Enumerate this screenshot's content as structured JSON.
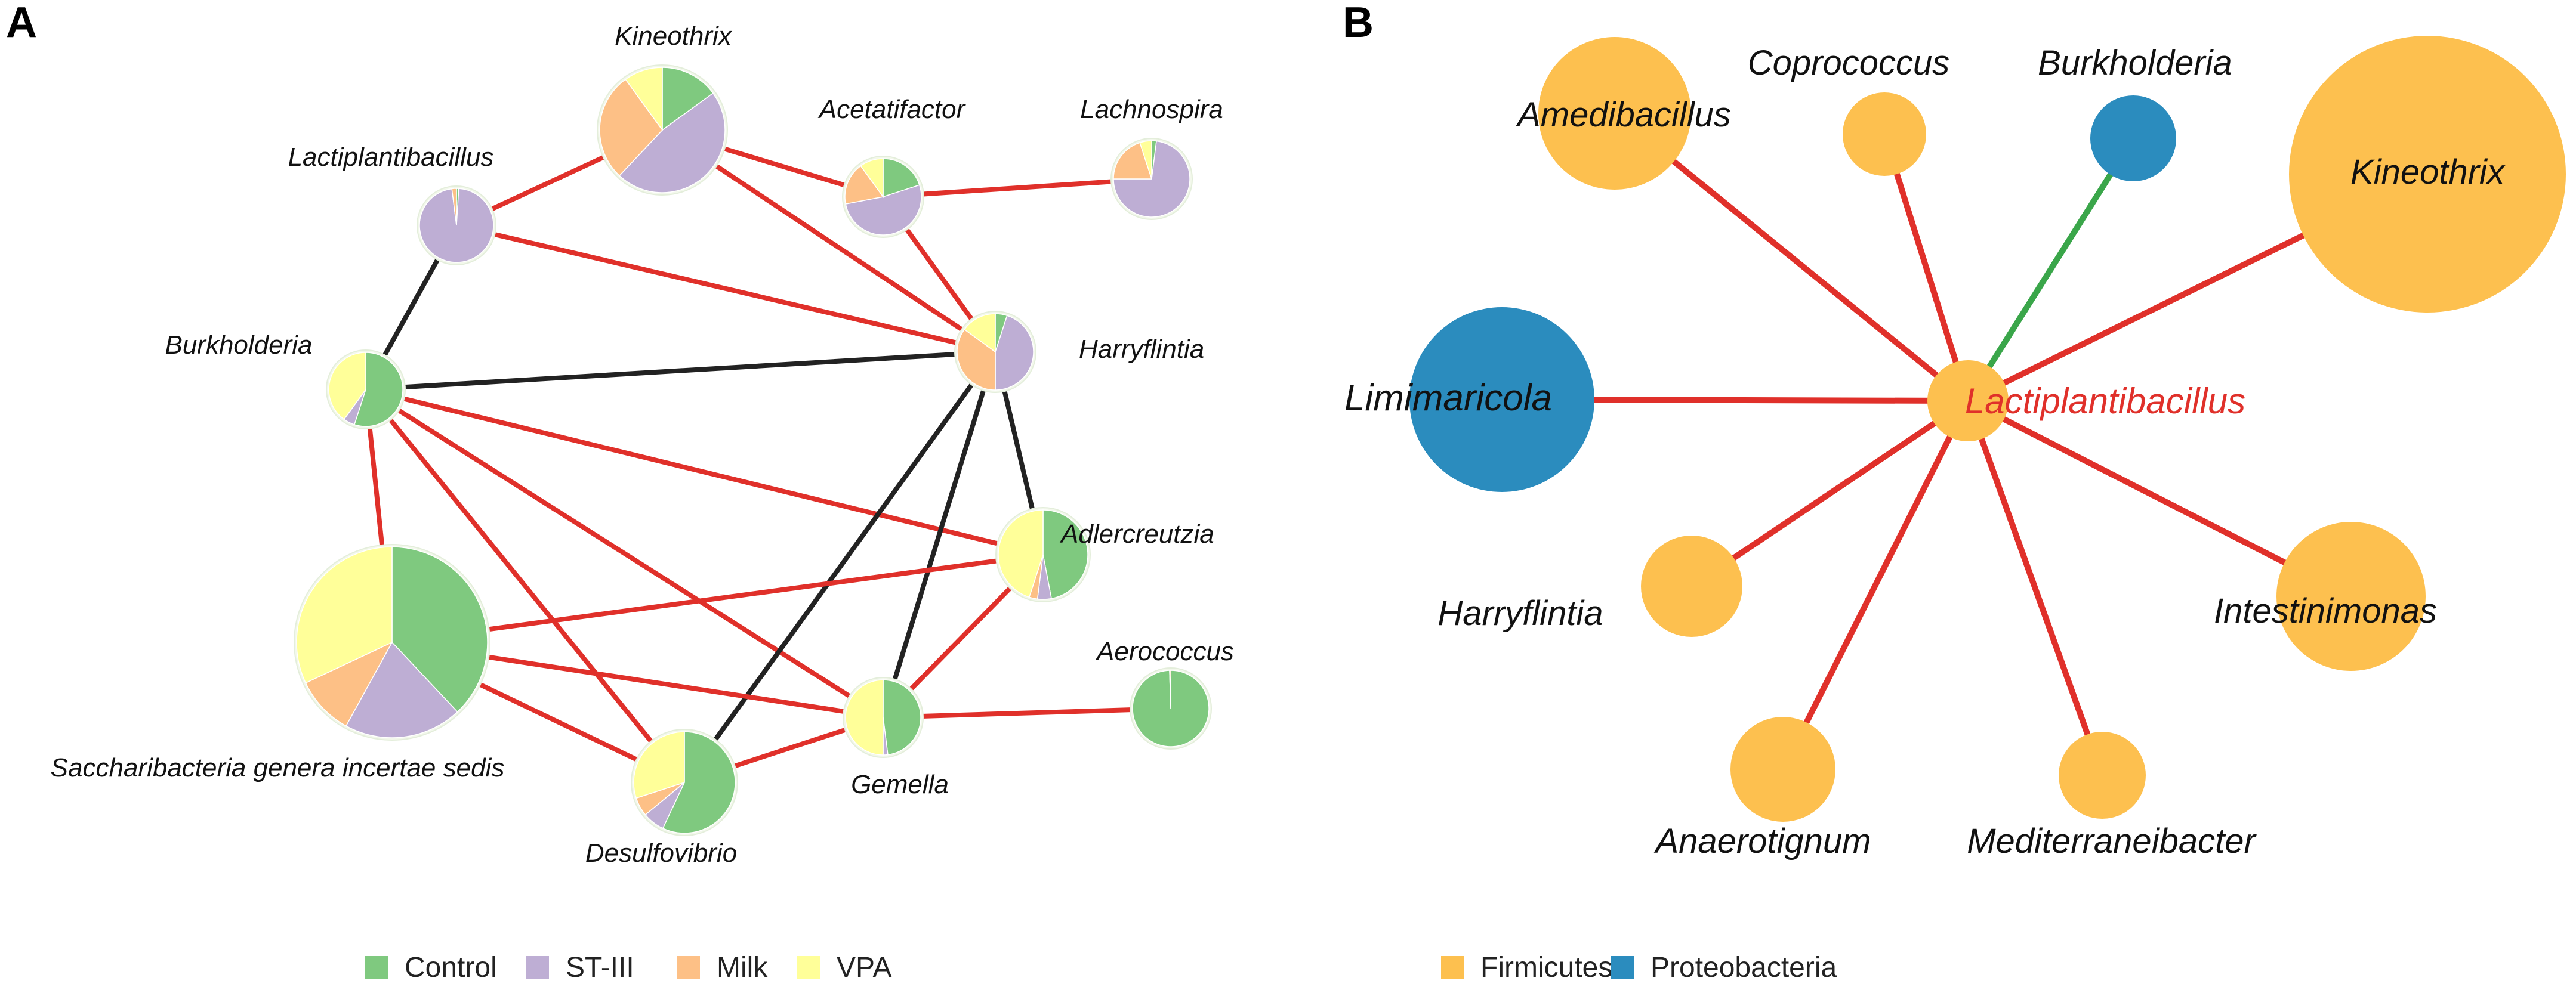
{
  "colors": {
    "Control": "#7fc97f",
    "ST-III": "#beaed4",
    "Milk": "#fdc086",
    "VPA": "#ffff99",
    "Firmicutes": "#fdc04f",
    "Proteobacteria": "#2b8cbe",
    "positive_edge": "#e0302a",
    "negative_edge": "#222222",
    "green_edge": "#3aa64a",
    "center_label": "#e0302a"
  },
  "panelA": {
    "letter": "A",
    "legend": [
      "Control",
      "ST-III",
      "Milk",
      "VPA"
    ],
    "nodes": [
      {
        "id": "kin",
        "label": "Kineothrix",
        "comp": [
          0.15,
          0.47,
          0.28,
          0.1
        ]
      },
      {
        "id": "ace",
        "label": "Acetatifactor",
        "comp": [
          0.2,
          0.52,
          0.18,
          0.1
        ]
      },
      {
        "id": "lac",
        "label": "Lachnospira",
        "comp": [
          0.02,
          0.73,
          0.2,
          0.05
        ]
      },
      {
        "id": "lpb",
        "label": "Lactiplantibacillus",
        "comp": [
          0.01,
          0.97,
          0.02,
          0.0
        ]
      },
      {
        "id": "bur",
        "label": "Burkholderia",
        "comp": [
          0.55,
          0.05,
          0.0,
          0.4
        ]
      },
      {
        "id": "har",
        "label": "Harryflintia",
        "comp": [
          0.05,
          0.45,
          0.35,
          0.15
        ]
      },
      {
        "id": "adl",
        "label": "Adlercreutzia",
        "comp": [
          0.47,
          0.05,
          0.03,
          0.45
        ]
      },
      {
        "id": "sac",
        "label": "Saccharibacteria genera incertae sedis",
        "comp": [
          0.38,
          0.2,
          0.1,
          0.32
        ]
      },
      {
        "id": "gem",
        "label": "Gemella",
        "comp": [
          0.48,
          0.02,
          0.0,
          0.5
        ]
      },
      {
        "id": "aer",
        "label": "Aerococcus",
        "comp": [
          0.995,
          0.0,
          0.005,
          0.0
        ]
      },
      {
        "id": "des",
        "label": "Desulfovibrio",
        "comp": [
          0.57,
          0.07,
          0.06,
          0.3
        ]
      }
    ],
    "edges": [
      {
        "a": "lpb",
        "b": "kin",
        "sign": "positive"
      },
      {
        "a": "lpb",
        "b": "har",
        "sign": "positive"
      },
      {
        "a": "lpb",
        "b": "bur",
        "sign": "negative"
      },
      {
        "a": "kin",
        "b": "ace",
        "sign": "positive"
      },
      {
        "a": "kin",
        "b": "har",
        "sign": "positive"
      },
      {
        "a": "ace",
        "b": "lac",
        "sign": "positive"
      },
      {
        "a": "ace",
        "b": "har",
        "sign": "positive"
      },
      {
        "a": "bur",
        "b": "har",
        "sign": "negative"
      },
      {
        "a": "bur",
        "b": "adl",
        "sign": "positive"
      },
      {
        "a": "bur",
        "b": "gem",
        "sign": "positive"
      },
      {
        "a": "bur",
        "b": "des",
        "sign": "positive"
      },
      {
        "a": "bur",
        "b": "sac",
        "sign": "positive"
      },
      {
        "a": "har",
        "b": "adl",
        "sign": "negative"
      },
      {
        "a": "har",
        "b": "gem",
        "sign": "negative"
      },
      {
        "a": "har",
        "b": "des",
        "sign": "negative"
      },
      {
        "a": "sac",
        "b": "adl",
        "sign": "positive"
      },
      {
        "a": "sac",
        "b": "gem",
        "sign": "positive"
      },
      {
        "a": "sac",
        "b": "des",
        "sign": "positive"
      },
      {
        "a": "adl",
        "b": "gem",
        "sign": "positive"
      },
      {
        "a": "gem",
        "b": "aer",
        "sign": "positive"
      },
      {
        "a": "des",
        "b": "gem",
        "sign": "positive"
      }
    ]
  },
  "panelB": {
    "letter": "B",
    "legend": [
      "Firmicutes",
      "Proteobacteria"
    ],
    "center": {
      "id": "lpb",
      "label": "Lactiplantibacillus",
      "phylum": "Firmicutes"
    },
    "nodes": [
      {
        "id": "ame",
        "label": "Amedibacillus",
        "phylum": "Firmicutes",
        "edge": "positive"
      },
      {
        "id": "cop",
        "label": "Coprococcus",
        "phylum": "Firmicutes",
        "edge": "positive"
      },
      {
        "id": "bur",
        "label": "Burkholderia",
        "phylum": "Proteobacteria",
        "edge": "green"
      },
      {
        "id": "kin",
        "label": "Kineothrix",
        "phylum": "Firmicutes",
        "edge": "positive"
      },
      {
        "id": "lim",
        "label": "Limimaricola",
        "phylum": "Proteobacteria",
        "edge": "positive"
      },
      {
        "id": "har",
        "label": "Harryflintia",
        "phylum": "Firmicutes",
        "edge": "positive"
      },
      {
        "id": "int",
        "label": "Intestinimonas",
        "phylum": "Firmicutes",
        "edge": "positive"
      },
      {
        "id": "ana",
        "label": "Anaerotignum",
        "phylum": "Firmicutes",
        "edge": "positive"
      },
      {
        "id": "med",
        "label": "Mediterraneibacter",
        "phylum": "Firmicutes",
        "edge": "positive"
      }
    ]
  }
}
